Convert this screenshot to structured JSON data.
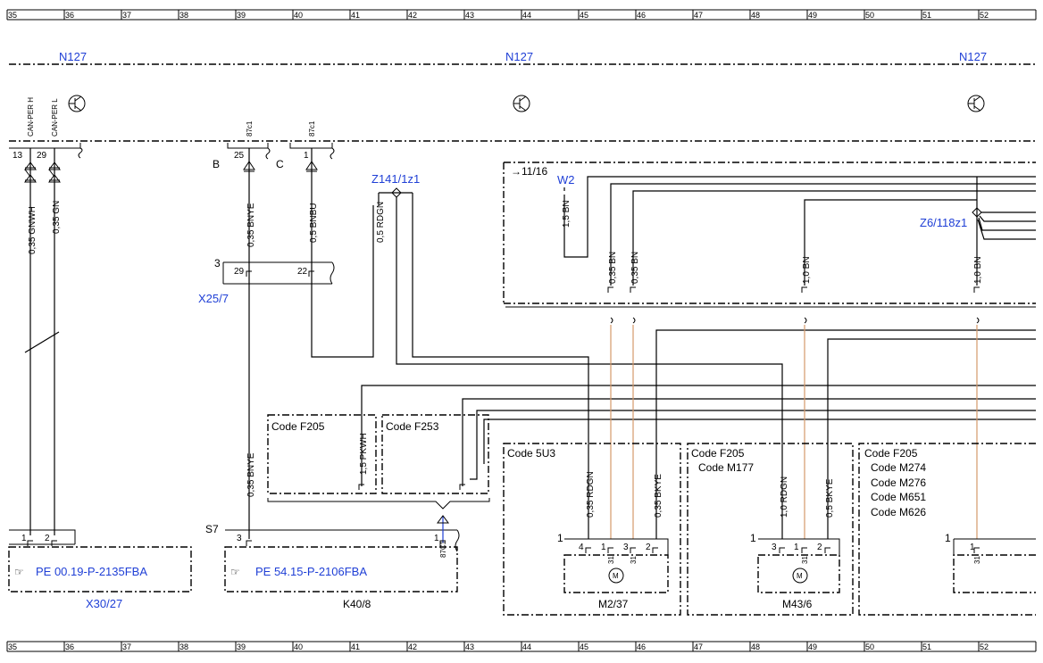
{
  "grid": {
    "columns": [
      "35",
      "36",
      "37",
      "38",
      "39",
      "40",
      "41",
      "42",
      "43",
      "44",
      "45",
      "46",
      "47",
      "48",
      "49",
      "50",
      "51",
      "52"
    ]
  },
  "bus": {
    "label_left": "N127",
    "label_center": "N127",
    "label_right": "N127"
  },
  "can": {
    "pin_h_label": "CAN-PER H",
    "pin_l_label": "CAN-PER L",
    "pin_h": "13",
    "pin_l": "29",
    "wire_h": "0,35 GNWH",
    "wire_l": "0,35 GN"
  },
  "pins_87": {
    "tag_a": "87c1",
    "tag_b": "87c1",
    "pin_a": "25",
    "pin_b": "1",
    "letter_a": "B",
    "letter_b": "C"
  },
  "wires": {
    "bnye_top": "0,35 BNYE",
    "bnbu": "0,5 BNBU",
    "rdgn": "0,5 RDGN",
    "bnye_low": "0,35 BNYE",
    "pkwh": "1,5 PKWH",
    "w2_bn": "1,5 BN",
    "bn_a": "0,35 BN",
    "bn_b": "0,35 BN",
    "bn_c": "1,0 BN",
    "bn_d": "1,0 BN",
    "m237_rdgn": "0,35 RDGN",
    "m237_bkye": "0,35 BKYE",
    "m436_rdgn": "1,0 RDGN",
    "m436_bkye": "0,5 BKYE"
  },
  "splices": {
    "z141": "Z141/1z1",
    "z6": "Z6/118z1",
    "w2": "W2",
    "ref_11_16": "11/16"
  },
  "x25": {
    "label": "X25/7",
    "num": "3",
    "pin_a": "29",
    "pin_b": "22"
  },
  "codes": {
    "f205_a": "Code F205",
    "f253": "Code F253",
    "c5u3": "Code 5U3",
    "f205_b": "Code F205",
    "m177": "Code M177",
    "f205_c": "Code F205",
    "m274": "Code M274",
    "m276": "Code M276",
    "m651": "Code M651",
    "m626": "Code M626"
  },
  "components": {
    "x30": {
      "label": "X30/27",
      "ref": "PE 00.19-P-2135FBA",
      "pin1": "1",
      "pin2": "2"
    },
    "k40": {
      "label": "K40/8",
      "ref": "PE 54.15-P-2106FBA",
      "s7": "S7",
      "pin3": "3",
      "pin1": "1",
      "tag": "87C1"
    },
    "m237": {
      "label": "M2/37",
      "num": "1",
      "pins": [
        "4",
        "1",
        "3",
        "2"
      ],
      "sub": "31",
      "motor": "M"
    },
    "m436": {
      "label": "M43/6",
      "num": "1",
      "pins": [
        "3",
        "1",
        "2"
      ],
      "sub": "31",
      "motor": "M"
    },
    "m_right": {
      "num": "1",
      "pin": "1",
      "sub": "31"
    }
  },
  "colors": {
    "link": "#1f3fd6",
    "wire": "#000000",
    "tan_wire": "#d49a6a"
  }
}
